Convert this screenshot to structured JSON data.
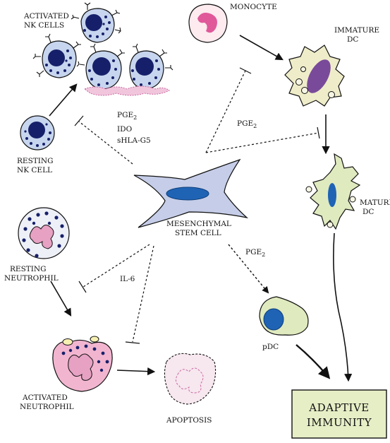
{
  "labels": {
    "activated_nk_1": "ACTIVATED",
    "activated_nk_2": "NK CELLS",
    "resting_nk_1": "RESTING",
    "resting_nk_2": "NK CELL",
    "monocyte": "MONOCYTE",
    "immature_dc_1": "IMMATURE",
    "immature_dc_2": "DC",
    "mature_dc_1": "MATURE",
    "mature_dc_2": "DC",
    "msc_1": "MESENCHYMAL",
    "msc_2": "STEM CELL",
    "resting_neut_1": "RESTING",
    "resting_neut_2": "NEUTROPHIL",
    "activated_neut_1": "ACTIVATED",
    "activated_neut_2": "NEUTROPHIL",
    "apoptosis": "APOPTOSIS",
    "pdc": "pDC",
    "adaptive_1": "ADAPTIVE",
    "adaptive_2": "IMMUNITY"
  },
  "mediators": {
    "pge_main": "PGE",
    "pge_sub": "2",
    "ido": "IDO",
    "shla": "sHLA-G5",
    "pge_dc_main": "PGE",
    "pge_dc_sub": "2",
    "pge_pdc_main": "PGE",
    "pge_pdc_sub": "2",
    "il6": "IL-6"
  },
  "colors": {
    "nk_cell": "#c7d5ee",
    "nucleus": "#16206a",
    "msc": "#c5cde8",
    "msc_nucleus": "#1f63b5",
    "monocyte": "#e0589a",
    "dc": "#efedc9",
    "dc_nucleus": "#7a4a9a",
    "mature_dc": "#dfeabf",
    "neutrophil": "#e6a1c3",
    "adaptive_box": "#e6eec6"
  }
}
